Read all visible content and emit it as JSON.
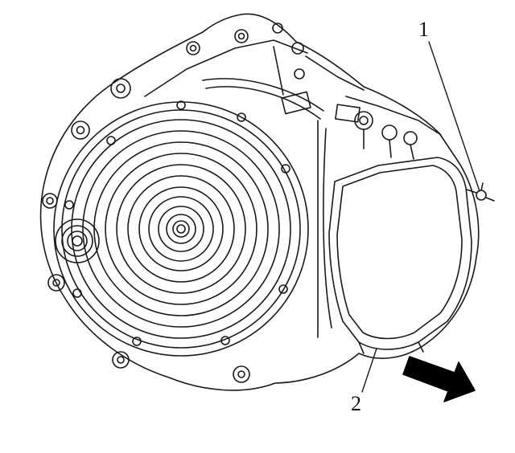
{
  "figure": {
    "type": "technical-line-drawing",
    "subject": "transaxle-assembly",
    "background_color": "#ffffff",
    "line_color": "#1a1a1a",
    "arrow_color": "#000000",
    "callouts": [
      {
        "label": "1"
      },
      {
        "label": "2"
      }
    ]
  }
}
